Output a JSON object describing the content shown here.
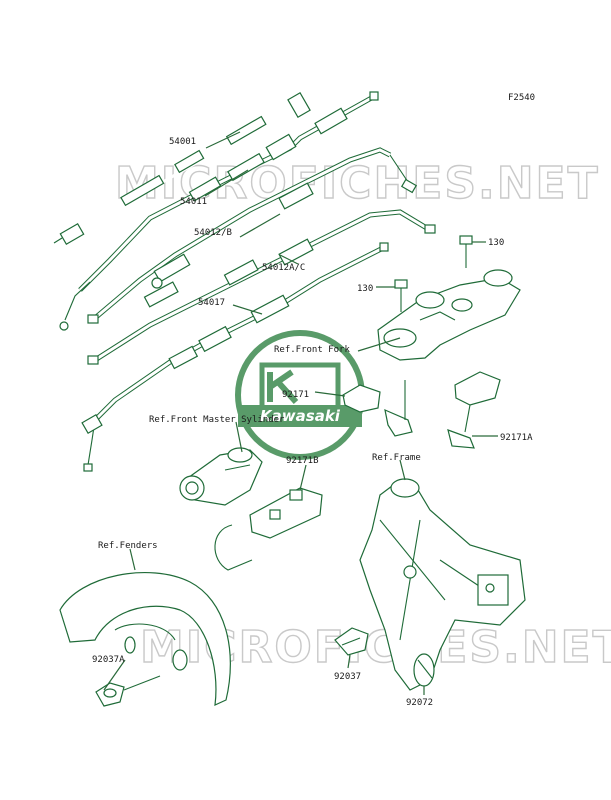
{
  "figure_code": "F2540",
  "watermark": {
    "text": "MICROFICHES.NET",
    "logo_text": "Kawasaki"
  },
  "colors": {
    "line": "#1f6b38",
    "text": "#1a1a1a",
    "watermark": "#c9c9c9",
    "logo_green": "#3d8a4f"
  },
  "labels": {
    "p54001": "54001",
    "p54011": "54011",
    "p54012b": "54012/B",
    "p54012ac": "54012A/C",
    "p54017": "54017",
    "p130a": "130",
    "p130b": "130",
    "ref_fork": "Ref.Front Fork",
    "p92171": "92171",
    "p92171a": "92171A",
    "ref_master": "Ref.Front Master Sylinder",
    "p92171b": "92171B",
    "ref_frame": "Ref.Frame",
    "ref_fenders": "Ref.Fenders",
    "p92037a": "92037A",
    "p92037": "92037",
    "p92072": "92072"
  }
}
